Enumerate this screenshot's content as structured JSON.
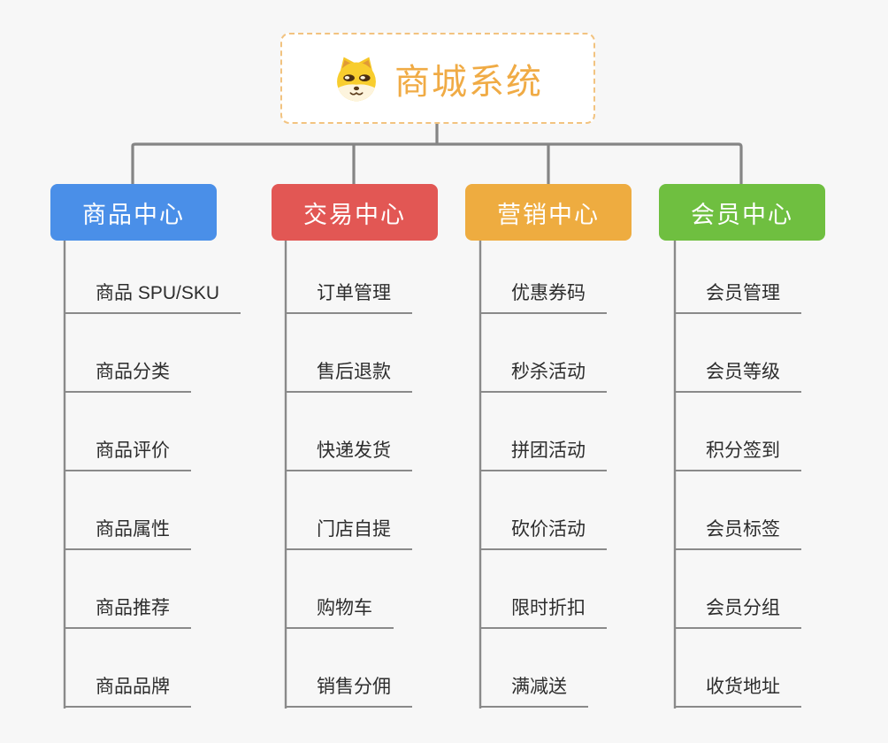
{
  "root": {
    "title": "商城系统",
    "icon": "doge-icon",
    "accent_color": "#f0ab45"
  },
  "branches": [
    {
      "label": "商品中心",
      "color": "#4a8fe8",
      "items": [
        "商品 SPU/SKU",
        "商品分类",
        "商品评价",
        "商品属性",
        "商品推荐",
        "商品品牌"
      ]
    },
    {
      "label": "交易中心",
      "color": "#e25754",
      "items": [
        "订单管理",
        "售后退款",
        "快递发货",
        "门店自提",
        "购物车",
        "销售分佣"
      ]
    },
    {
      "label": "营销中心",
      "color": "#eeac40",
      "items": [
        "优惠券码",
        "秒杀活动",
        "拼团活动",
        "砍价活动",
        "限时折扣",
        "满减送"
      ]
    },
    {
      "label": "会员中心",
      "color": "#6fbf40",
      "items": [
        "会员管理",
        "会员等级",
        "积分签到",
        "会员标签",
        "会员分组",
        "收货地址"
      ]
    }
  ]
}
